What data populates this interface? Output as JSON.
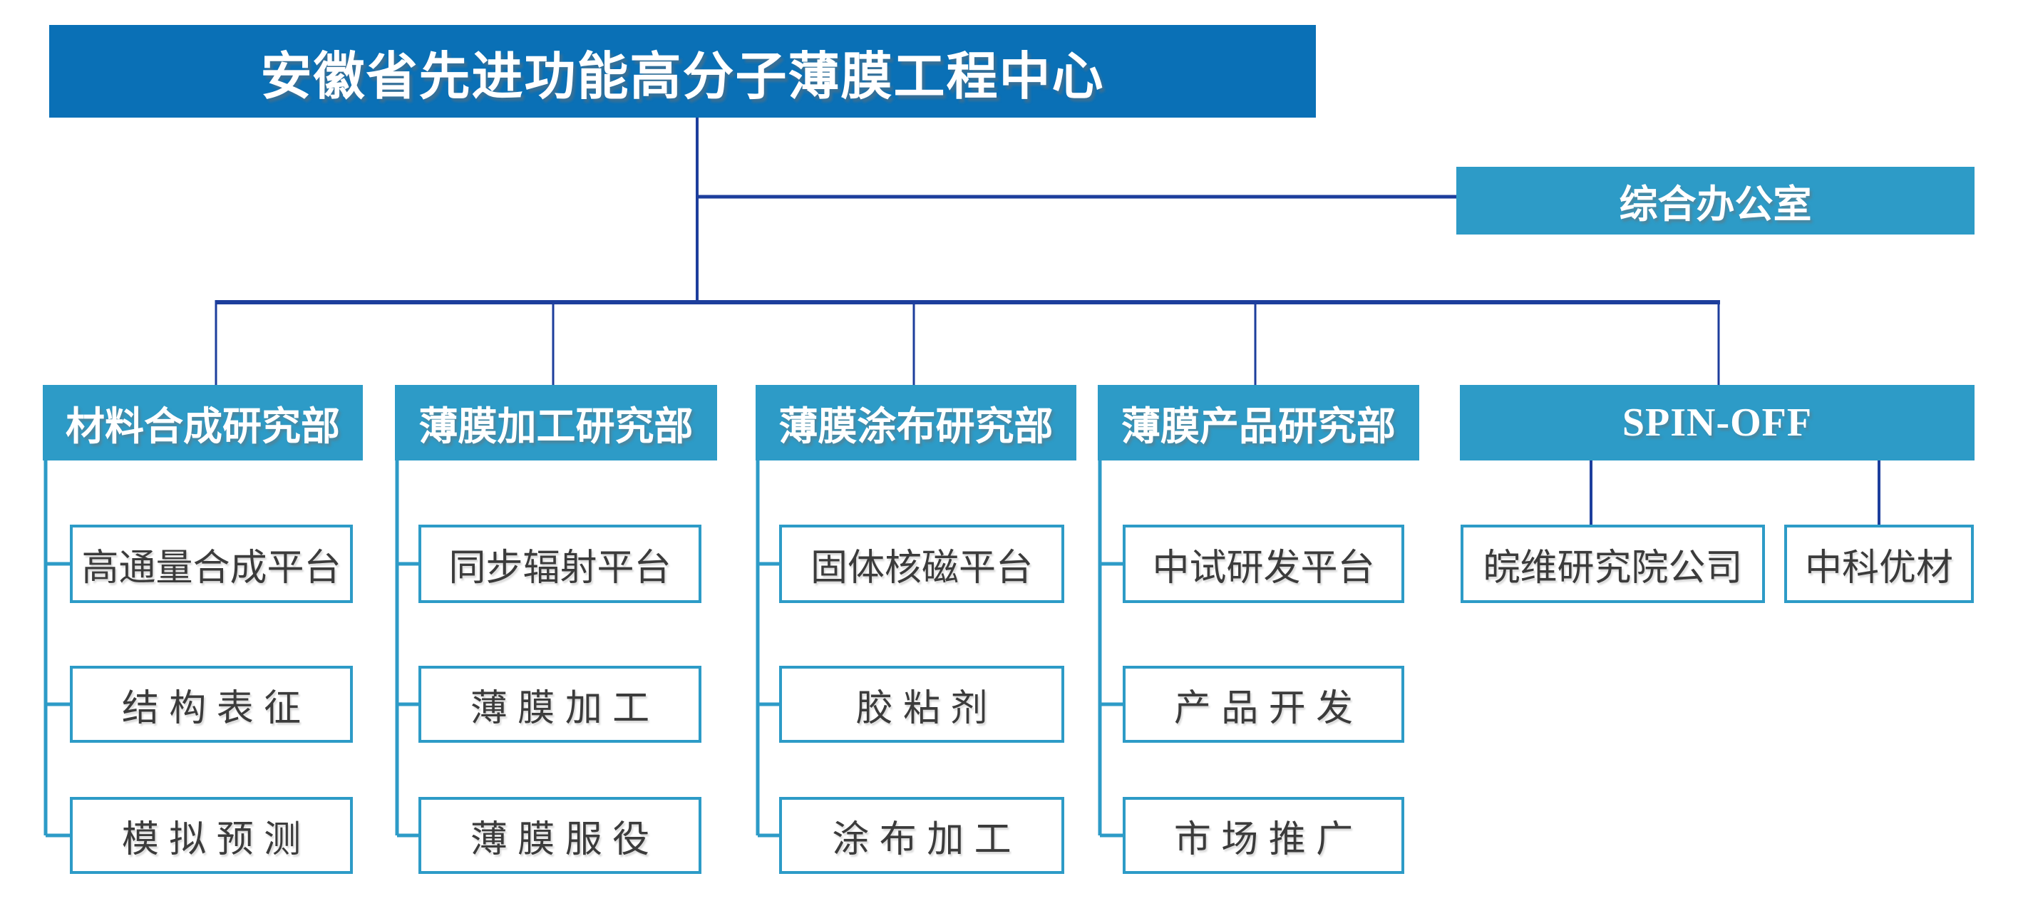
{
  "title": "安徽省先进功能高分子薄膜工程中心",
  "office": {
    "label": "综合办公室"
  },
  "departments": [
    {
      "label": "材料合成研究部",
      "children": [
        "高通量合成平台",
        "结 构 表 征",
        "模 拟 预 测"
      ]
    },
    {
      "label": "薄膜加工研究部",
      "children": [
        "同步辐射平台",
        "薄 膜 加 工",
        "薄 膜 服 役"
      ]
    },
    {
      "label": "薄膜涂布研究部",
      "children": [
        "固体核磁平台",
        "胶 粘 剂",
        "涂 布 加 工"
      ]
    },
    {
      "label": "薄膜产品研究部",
      "children": [
        "中试研发平台",
        "产 品 开 发",
        "市 场 推 广"
      ]
    },
    {
      "label": "SPIN-OFF",
      "children": [
        "皖维研究院公司",
        "中科优材"
      ]
    }
  ],
  "colors": {
    "primary": "#0a70b6",
    "secondary": "#2d9bc7",
    "line": "#1d3e9c",
    "subtext": "#3b3b3b"
  }
}
